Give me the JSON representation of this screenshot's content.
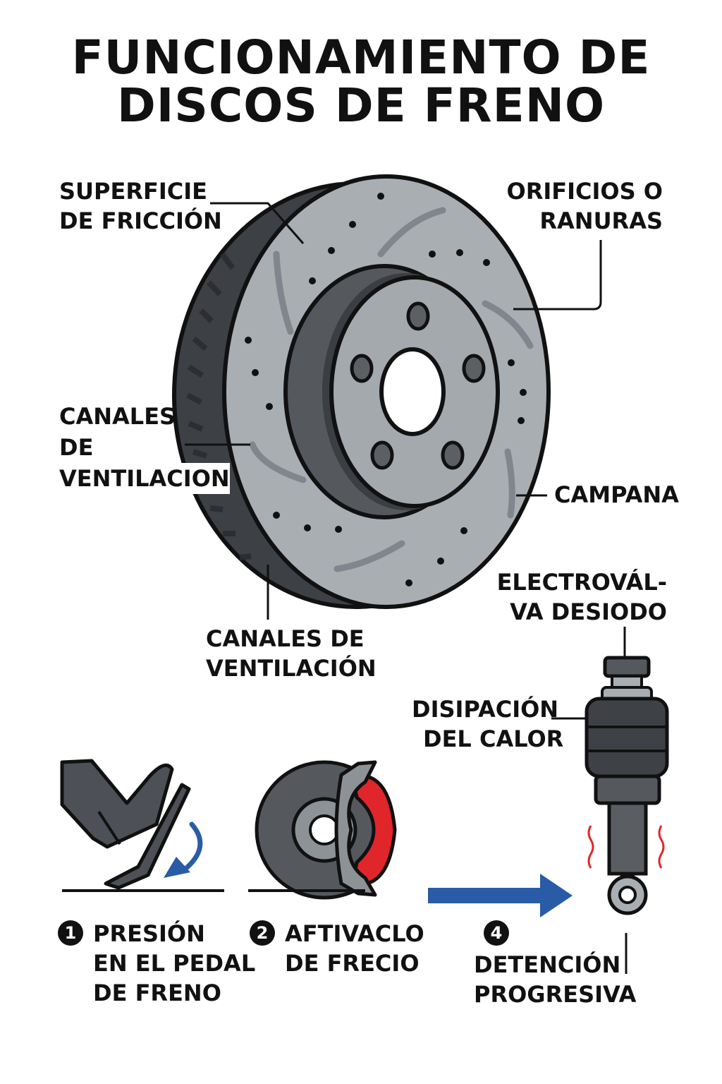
{
  "title": {
    "line1": "FUNCIONAMIENTO DE",
    "line2": "DISCOS DE FRENO"
  },
  "labels": {
    "friction": [
      "SUPERFICIE",
      "DE FRICCIÓN"
    ],
    "holes": [
      "ORIFICIOS O",
      "RANURAS"
    ],
    "channels_left": [
      "CANALES",
      "DE",
      "VENTILACION"
    ],
    "bell": [
      "CAMPANA"
    ],
    "channels_bottom": [
      "CANALES DE",
      "VENTILACIÓN"
    ],
    "valve": [
      "ELECTROVÁL-",
      "VA DESIODO"
    ],
    "heat": [
      "DISIPACIÓN",
      "DEL CALOR"
    ]
  },
  "steps": [
    {
      "number": "1",
      "lines": [
        "PRESIÓN",
        "EN EL PEDAL",
        "DE FRENO"
      ]
    },
    {
      "number": "2",
      "lines": [
        "AFTIVACLO",
        "DE FRECIO"
      ]
    },
    {
      "number": "4",
      "lines": [
        "DETENCIÓN",
        "PROGRESIVA"
      ]
    }
  ],
  "colors": {
    "disc": "#a9aeb3",
    "dark": "#4a4d52",
    "caliper_red": "#e0262b",
    "arrow_blue": "#2a5ba6",
    "heat_red": "#e0262b"
  }
}
